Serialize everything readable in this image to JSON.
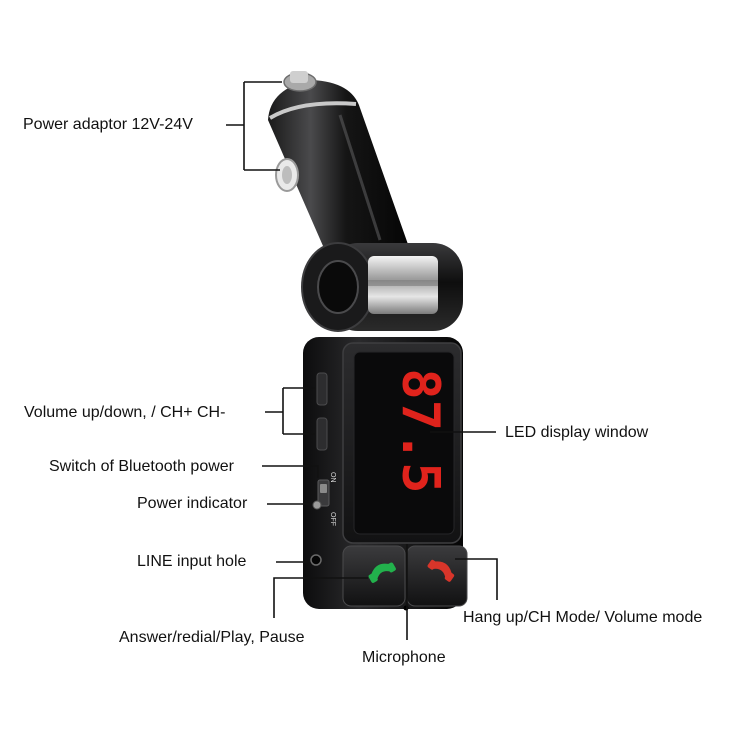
{
  "labels": {
    "power_adaptor": "Power adaptor 12V-24V",
    "volume": "Volume up/down, / CH+ CH-",
    "bt_switch": "Switch of Bluetooth power",
    "power_indicator": "Power indicator",
    "line_input": "LINE input hole",
    "answer": "Answer/redial/Play, Pause",
    "microphone": "Microphone",
    "hangup": "Hang up/CH Mode/ Volume mode",
    "led_display": "LED display window"
  },
  "device": {
    "display_text": "87.5",
    "switch_on": "ON",
    "switch_off": "OFF"
  },
  "colors": {
    "body": "#1b1b1d",
    "chrome": "#c9c9c9",
    "display_red": "#e0231c",
    "answer_green": "#22b14c",
    "hangup_red": "#d8352a",
    "line": "#111111"
  }
}
